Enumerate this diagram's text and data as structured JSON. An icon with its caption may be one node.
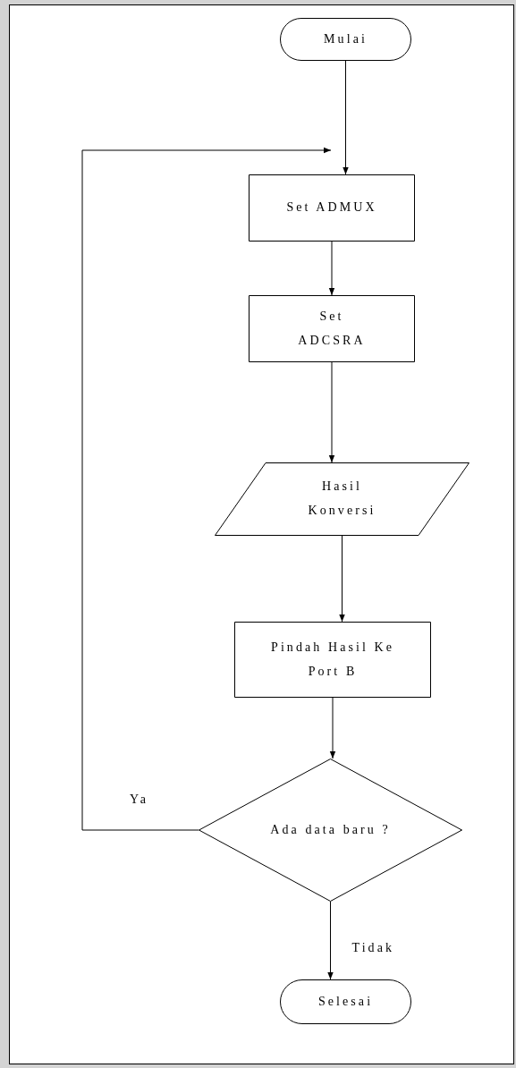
{
  "diagram": {
    "nodes": [
      {
        "text": [
          "Mulai"
        ]
      },
      {
        "text": [
          "Set ADMUX"
        ]
      },
      {
        "text": [
          "Set ADCSRA"
        ]
      },
      {
        "text": [
          "Hasil Konversi"
        ]
      },
      {
        "text": [
          "Pindah Hasil Ke Port B"
        ]
      },
      {
        "text": [
          "Ada data baru ?"
        ]
      },
      {
        "text": [
          "Selesai"
        ]
      }
    ],
    "edges": [
      {
        "from": 0,
        "to": 1,
        "arrow": "to"
      },
      {
        "from": 1,
        "to": 2,
        "arrow": "to"
      },
      {
        "from": 2,
        "to": 3,
        "arrow": "to"
      },
      {
        "from": 3,
        "to": 4,
        "arrow": "to"
      },
      {
        "from": 4,
        "to": 5,
        "arrow": "to"
      },
      {
        "from": 5,
        "to": 6,
        "arrow": "to",
        "label": "Tidak"
      },
      {
        "from": 5,
        "to": 1,
        "arrow": "to",
        "label": "Ya"
      }
    ]
  }
}
